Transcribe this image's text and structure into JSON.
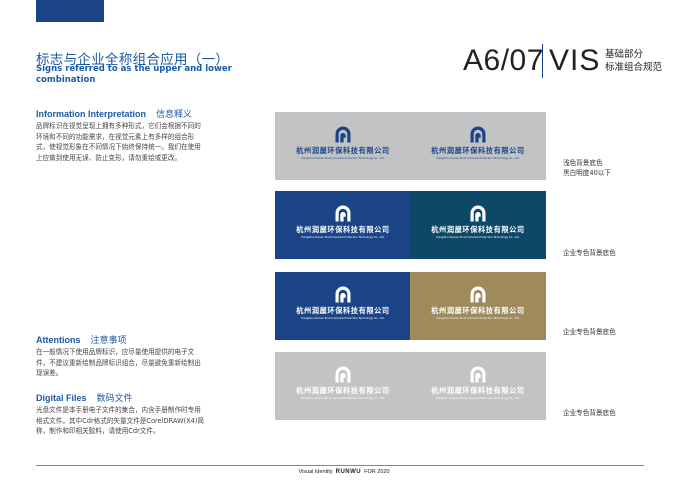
{
  "header": {
    "title_cn": "标志与企业全称组合应用（一）",
    "title_en": "Signs referred to as the upper and lower combination",
    "code": "A6/07",
    "vis": "VIS",
    "category_line1": "基础部分",
    "category_line2": "标准组合规范"
  },
  "sections": {
    "info": {
      "heading_en": "Information Interpretation",
      "heading_cn": "信息释义",
      "body": "品牌标识在视觉呈现上拥有多种形式，它们会根据不同的环境和不同的功能需求，在视觉元素上有多样的组合形式，使视觉形象在不同情况下始终保持统一。我们在使用上应做到使用无误、防止变形，请勿重绘或更改。"
    },
    "attentions": {
      "heading_en": "Attentions",
      "heading_cn": "注意事项",
      "body": "在一般情况下使用品牌标识，应尽量使用提供的电子文件，不建议重新绘制品牌标识组合，尽量避免重新绘制出现误差。"
    },
    "files": {
      "heading_en": "Digital Files",
      "heading_cn": "数码文件",
      "body": "光盘文件是本手册电子文件的集合，内含手册制作时专用格式文件。其中Cdr格式的矢量文件是CorelDRAW(X4)简称，制作和印相关胶料，请使用Cdr文件。"
    }
  },
  "logo": {
    "company_name": "杭州润屋环保科技有限公司",
    "company_en": "Hangzhou Runwu Environmental Protection Technology Co., Ltd."
  },
  "panels": {
    "colors": {
      "light_gray": "#c2c3c4",
      "navy": "#1a4486",
      "teal": "#0e4868",
      "gold": "#9e8a5a"
    },
    "notes": {
      "row1_line1": "浅色背景底色",
      "row1_line2": "黑白明度40以下",
      "row2": "企业专色背景底色",
      "row3": "企业专色背景底色",
      "row4": "企业专色背景底色"
    }
  },
  "footer": {
    "left": "Visual Identity",
    "brand": "RUNWU",
    "right": "FOR 2020"
  }
}
